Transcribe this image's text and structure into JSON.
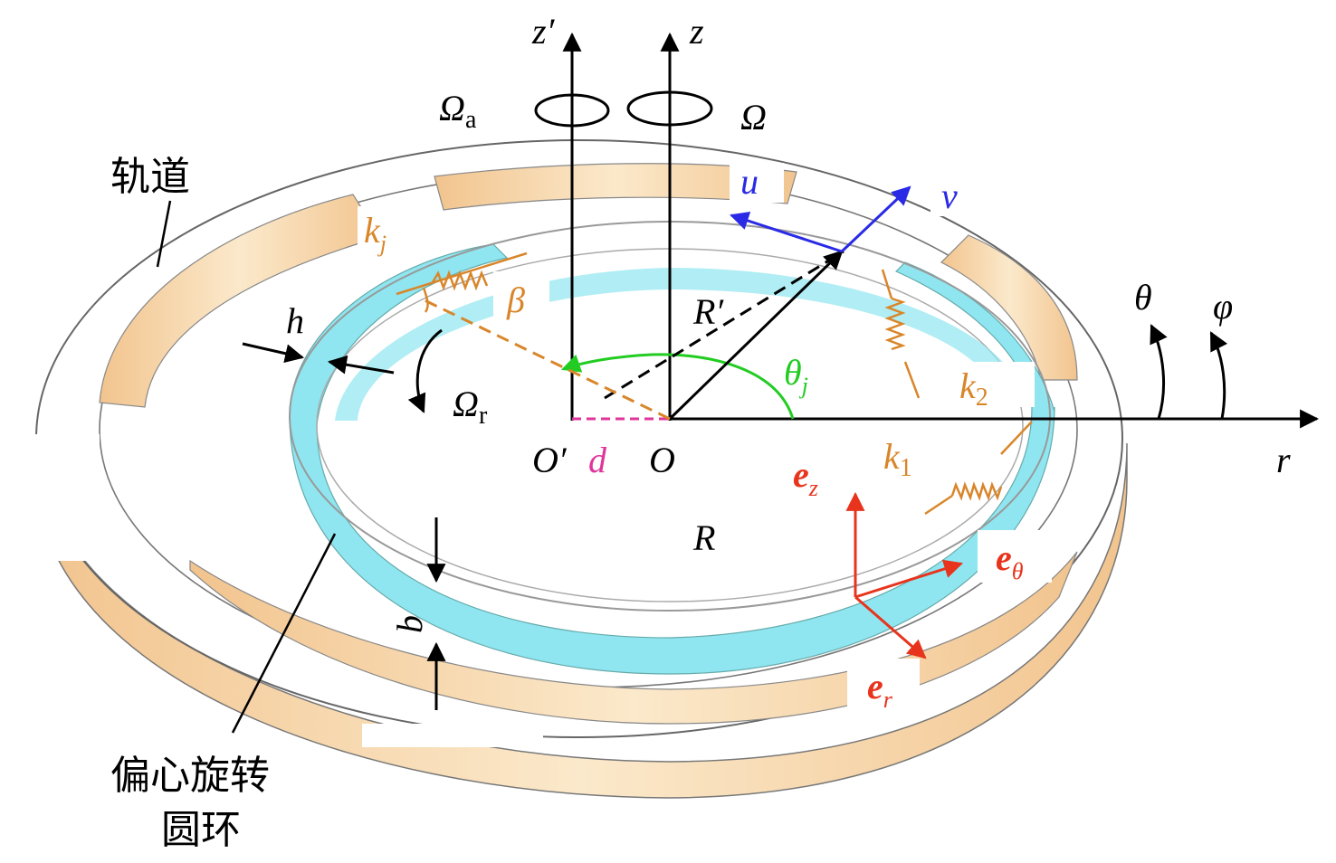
{
  "labels": {
    "z_prime": "z′",
    "z": "z",
    "omega_a_main": "Ω",
    "omega_a_sub": "a",
    "omega": "Ω",
    "track": "轨道",
    "u": "u",
    "v": "v",
    "kj_main": "k",
    "kj_sub": "j",
    "beta": "β",
    "r_prime": "R′",
    "theta": "θ",
    "phi": "φ",
    "h": "h",
    "omega_r_main": "Ω",
    "omega_r_sub": "r",
    "theta_j_main": "θ",
    "theta_j_sub": "j",
    "k2_main": "k",
    "k2_sub": "2",
    "o_prime": "O′",
    "d": "d",
    "o": "O",
    "k1_main": "k",
    "k1_sub": "1",
    "r": "r",
    "ez_main": "e",
    "ez_sub": "z",
    "R": "R",
    "etheta_main": "e",
    "etheta_sub": "θ",
    "b": "b",
    "er_main": "e",
    "er_sub": "r",
    "ring_line1": "偏心旋转",
    "ring_line2": "圆环"
  },
  "colors": {
    "black": "#000000",
    "blue": "#2a2ae6",
    "orange": "#d9862a",
    "green": "#22cc22",
    "magenta": "#e0359a",
    "red": "#e8341c",
    "ring_cyan": "#8fe6f0",
    "track_tan": "#f3cf9a"
  }
}
